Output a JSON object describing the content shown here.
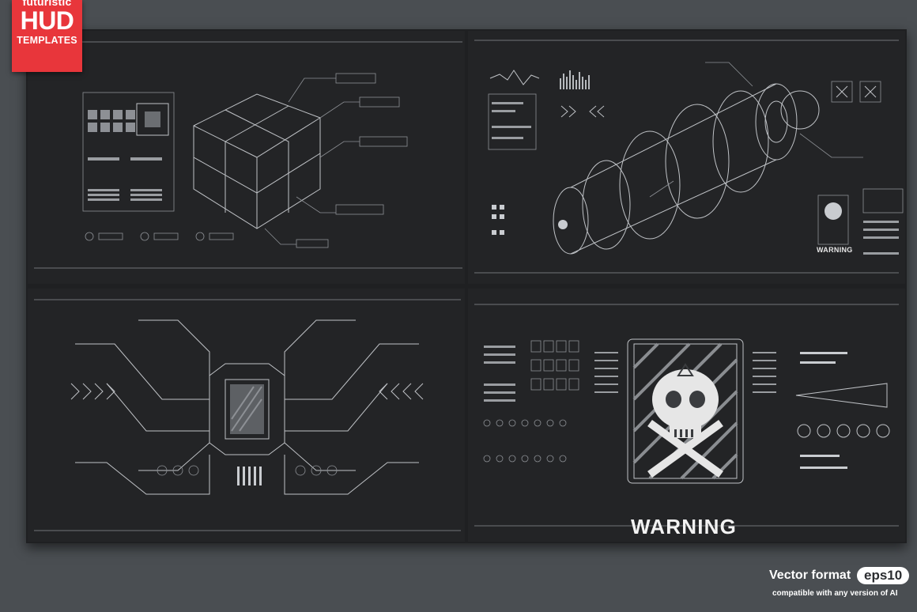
{
  "badge": {
    "line1": "futuristic",
    "line2": "HUD",
    "line3": "TEMPLATES"
  },
  "footer": {
    "format_label": "Vector format",
    "format_badge": "eps10",
    "compat": "compatible with any version of AI"
  },
  "panels": {
    "top_right": {
      "warning_label": "WARNING"
    },
    "bottom_right": {
      "warning_label": "WARNING"
    }
  },
  "colors": {
    "background": "#4a4e52",
    "panel": "#232426",
    "badge": "#e8363b",
    "hud_lines": "#bfc2c6"
  }
}
